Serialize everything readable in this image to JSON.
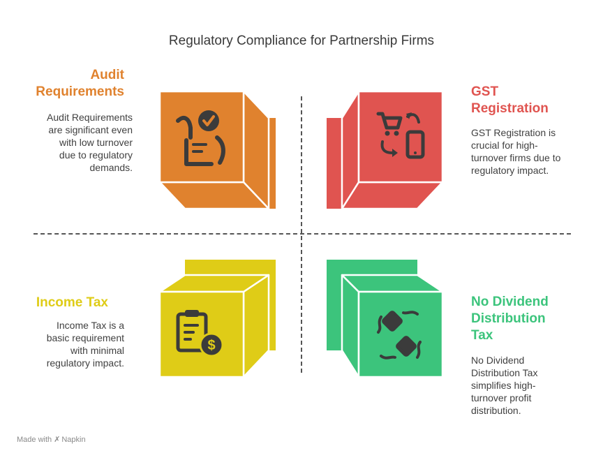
{
  "title": "Regulatory Compliance for Partnership Firms",
  "colors": {
    "audit": "#E0822E",
    "gst": "#E05450",
    "income": "#DFCC17",
    "dividend": "#3CC47C",
    "icon": "#3b3b3b"
  },
  "quadrants": {
    "audit": {
      "heading": "Audit\nRequirements",
      "description": "Audit Requirements\nare significant even\nwith low turnover\ndue to regulatory\ndemands.",
      "icon": "checklist-hand-icon"
    },
    "gst": {
      "heading": "GST\nRegistration",
      "description": "GST Registration is\ncrucial for high-\nturnover firms due to\nregulatory impact.",
      "icon": "cart-phone-sync-icon"
    },
    "income": {
      "heading": "Income Tax",
      "description": "Income Tax is a\nbasic requirement\nwith minimal\nregulatory impact.",
      "icon": "clipboard-dollar-icon"
    },
    "dividend": {
      "heading": "No Dividend\nDistribution\nTax",
      "description": "No Dividend\nDistribution Tax\nsimplifies high-\nturnover profit\ndistribution.",
      "icon": "unplugged-connector-icon"
    }
  },
  "footer": {
    "made_with": "Made with",
    "brand": "Napkin"
  }
}
